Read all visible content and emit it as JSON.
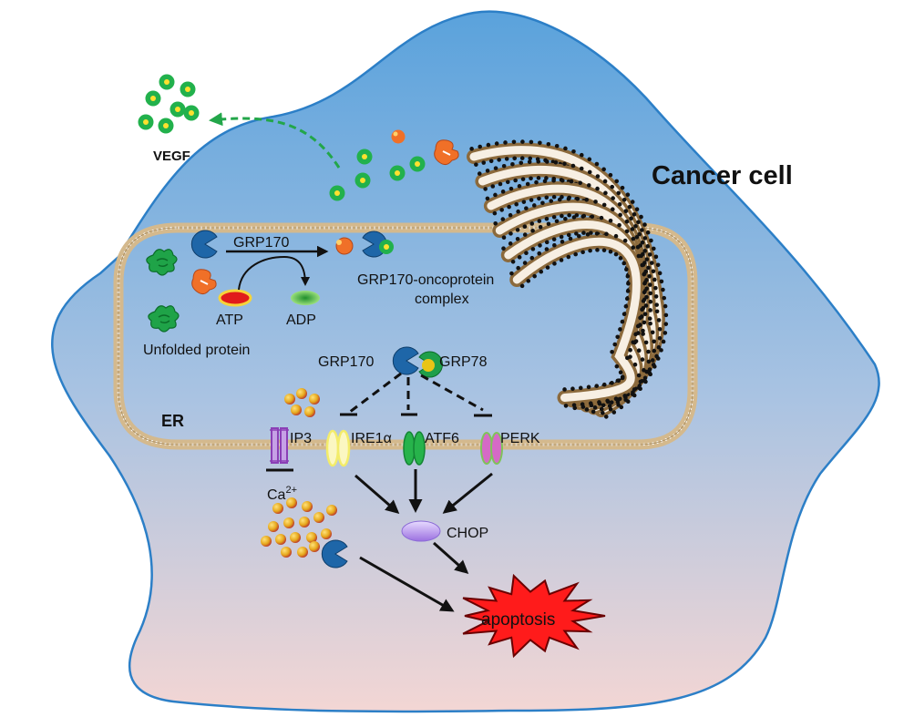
{
  "labels": {
    "title": "Cancer cell",
    "vegf": "VEGF",
    "grp170_top": "GRP170",
    "complex_line1": "GRP170-oncoprotein",
    "complex_line2": "complex",
    "atp": "ATP",
    "adp": "ADP",
    "unfolded": "Unfolded protein",
    "grp170_mid": "GRP170",
    "grp78": "GRP78",
    "er": "ER",
    "ip3": "IP3",
    "ire1": "IRE1α",
    "atf6": "ATF6",
    "perk": "PERK",
    "ca_base": "Ca",
    "ca_sup": "2+",
    "chop": "CHOP",
    "apoptosis": "apoptosis"
  },
  "colors": {
    "cell_top": "#5aa2dc",
    "cell_bottom": "#f3d6d4",
    "cell_border": "#2c7fc7",
    "er_membrane": "#d4b98d",
    "golgi_fill": "#f7efe3",
    "golgi_stroke": "#8c6a3c",
    "grp170": "#1e66a8",
    "grp78": "#1f9f4a",
    "grp78_inner": "#e9c417",
    "vegf": "#22b14c",
    "oncoprotein": "#f07028",
    "unfolded": "#1fa348",
    "atp_fill": "#e11b1b",
    "atp_rim": "#f6d33a",
    "adp": "#5fc23b",
    "calcium": "#e6a81c",
    "ip3": "#8b3fb6",
    "ire1": "#f3ec6a",
    "atf6": "#27b34b",
    "perk": "#d56ac6",
    "chop": "#b392e8",
    "apoptosis": "#ff1b1b",
    "arrow": "#111111",
    "secretion_arrow": "#23a64a"
  }
}
